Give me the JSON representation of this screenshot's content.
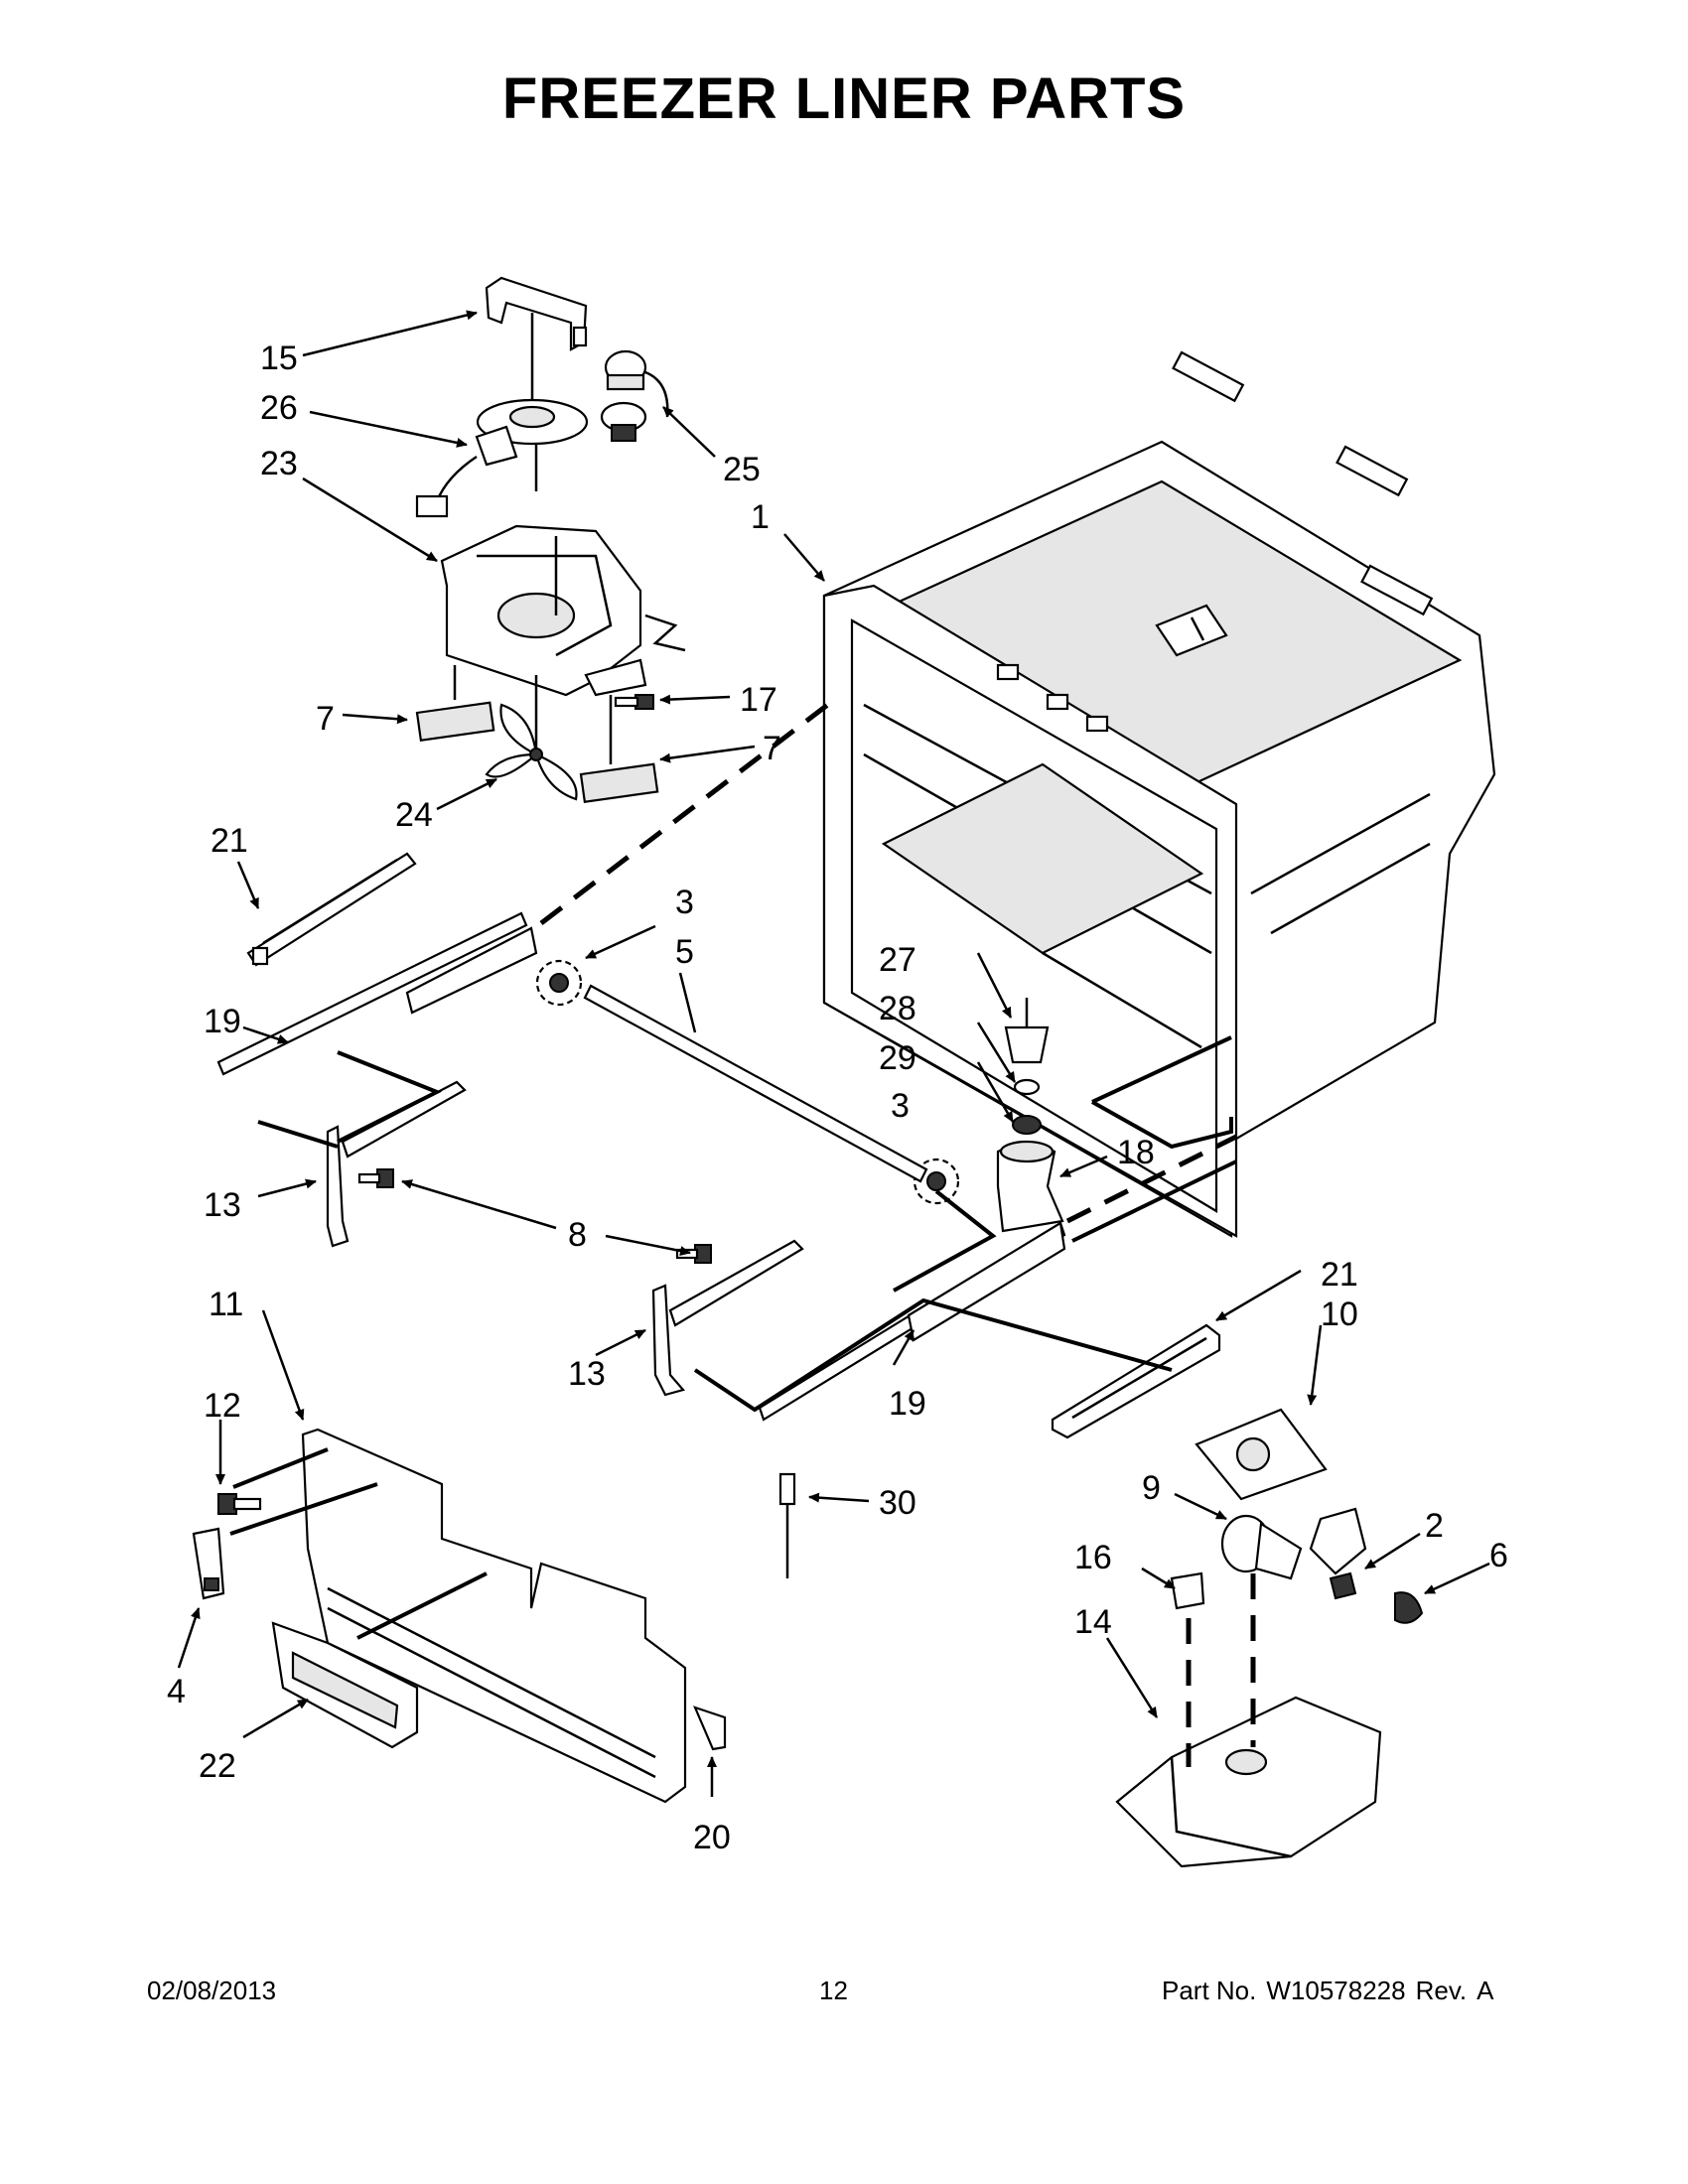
{
  "title": "FREEZER LINER PARTS",
  "callouts": {
    "c1": "1",
    "c2": "2",
    "c3a": "3",
    "c3b": "3",
    "c4": "4",
    "c5": "5",
    "c6": "6",
    "c7a": "7",
    "c7b": "7",
    "c8": "8",
    "c9": "9",
    "c10": "10",
    "c11": "11",
    "c12": "12",
    "c13a": "13",
    "c13b": "13",
    "c14": "14",
    "c15": "15",
    "c16": "16",
    "c17": "17",
    "c18": "18",
    "c19a": "19",
    "c19b": "19",
    "c20": "20",
    "c21a": "21",
    "c21b": "21",
    "c22": "22",
    "c23": "23",
    "c24": "24",
    "c25": "25",
    "c26": "26",
    "c27": "27",
    "c28": "28",
    "c29": "29",
    "c30": "30"
  },
  "footer": {
    "date": "02/08/2013",
    "page": "12",
    "part_label": "Part No.",
    "part_number": "W10578228",
    "rev_label": "Rev.",
    "rev": "A"
  }
}
